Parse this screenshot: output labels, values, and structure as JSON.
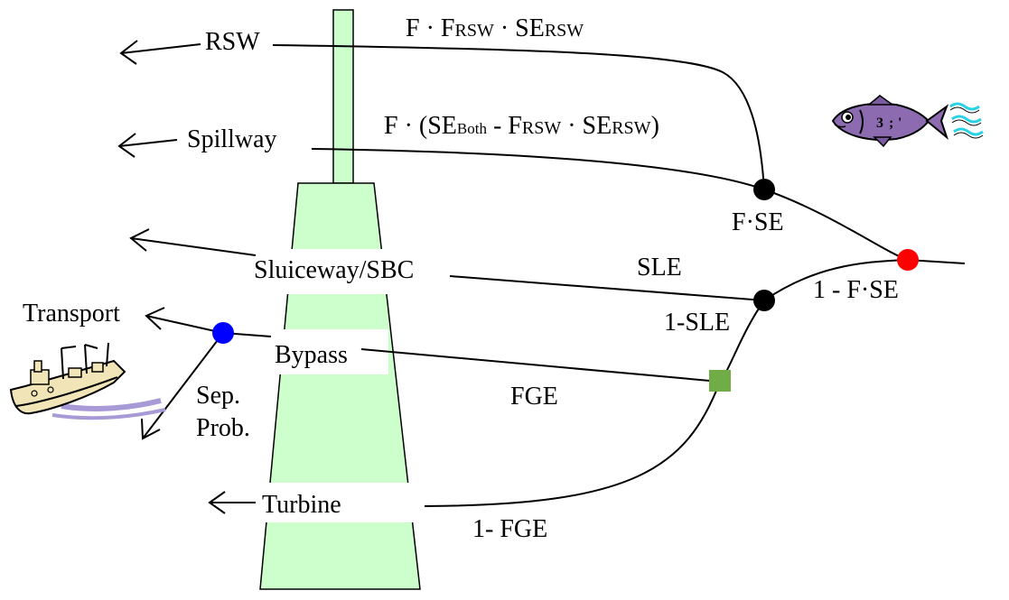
{
  "diagram": {
    "routes": {
      "rsw": "RSW",
      "spillway": "Spillway",
      "sluiceway": "Sluiceway/SBC",
      "transport": "Transport",
      "bypass": "Bypass",
      "turbine": "Turbine"
    },
    "separation": {
      "line1": "Sep.",
      "line2": "Prob."
    },
    "formulas": {
      "rsw": {
        "f": "F · ",
        "frsw_big": "F",
        "frsw_small": "RSW",
        "mid": " · SE",
        "sersw_small": "RSW"
      },
      "spill": {
        "pre": "F · (SE",
        "both": "Both",
        "minus": " - F",
        "rsw1": "RSW",
        "dot": " · SE",
        "rsw2": "RSW",
        "close": ")"
      }
    },
    "labels": {
      "fse": "F·SE",
      "one_minus_fse": "1 - F·SE",
      "sle": "SLE",
      "one_minus_sle": "1-SLE",
      "fge": "FGE",
      "one_minus_fge": "1- FGE"
    },
    "colors": {
      "dam_fill": "#ccffcc",
      "node_black": "#000000",
      "node_red": "#ff0000",
      "node_blue": "#0000ff",
      "node_green": "#70ad47"
    },
    "icons": {
      "fish": "fish-clipart-icon",
      "ship": "ship-clipart-icon"
    }
  }
}
